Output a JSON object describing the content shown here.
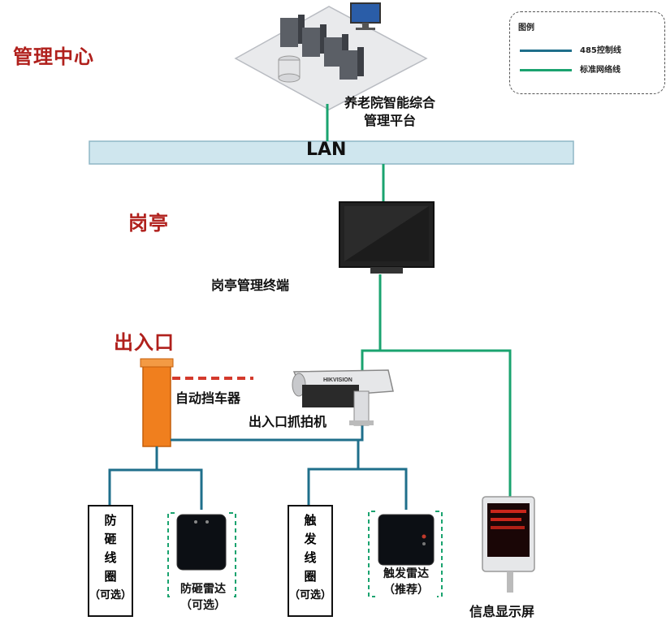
{
  "zones": {
    "management": "管理中心",
    "booth": "岗亭",
    "entrance": "出入口"
  },
  "legend": {
    "title": "图例",
    "items": [
      {
        "label": "485控制线",
        "color": "#1f6f8b"
      },
      {
        "label": "标准网络线",
        "color": "#1aa36f"
      }
    ]
  },
  "platform": {
    "line1": "养老院智能综合",
    "line2": "管理平台"
  },
  "lan": "LAN",
  "terminal": "岗亭管理终端",
  "barrier": "自动挡车器",
  "camera": {
    "label": "出入口抓拍机",
    "brand": "HIKVISION"
  },
  "coil_anti": {
    "chars": [
      "防",
      "砸",
      "线",
      "圈"
    ],
    "note": "（可选）"
  },
  "radar_anti": {
    "line1": "防砸雷达",
    "line2": "（可选）"
  },
  "coil_trigger": {
    "chars": [
      "触",
      "发",
      "线",
      "圈"
    ],
    "note": "（可选）"
  },
  "radar_trigger": {
    "line1": "触发雷达",
    "line2": "（推荐）"
  },
  "display": {
    "label": "信息显示屏"
  }
}
